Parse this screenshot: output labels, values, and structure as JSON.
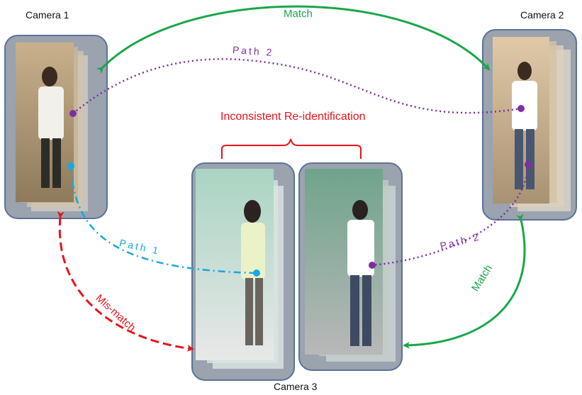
{
  "labels": {
    "camera1": "Camera 1",
    "camera2": "Camera 2",
    "camera3": "Camera 3",
    "match_top": "Match",
    "match_right": "Match",
    "path2_top": "Path 2",
    "path2_bottom": "Path 2",
    "path1": "Path 1",
    "inconsistent": "Inconsistent Re-identification",
    "mismatch": "Mis-match"
  },
  "colors": {
    "match": "#1aa64a",
    "mismatch": "#e8141b",
    "path1": "#1ba6df",
    "path2": "#7b2fa0",
    "frame_border": "#5b7398"
  }
}
